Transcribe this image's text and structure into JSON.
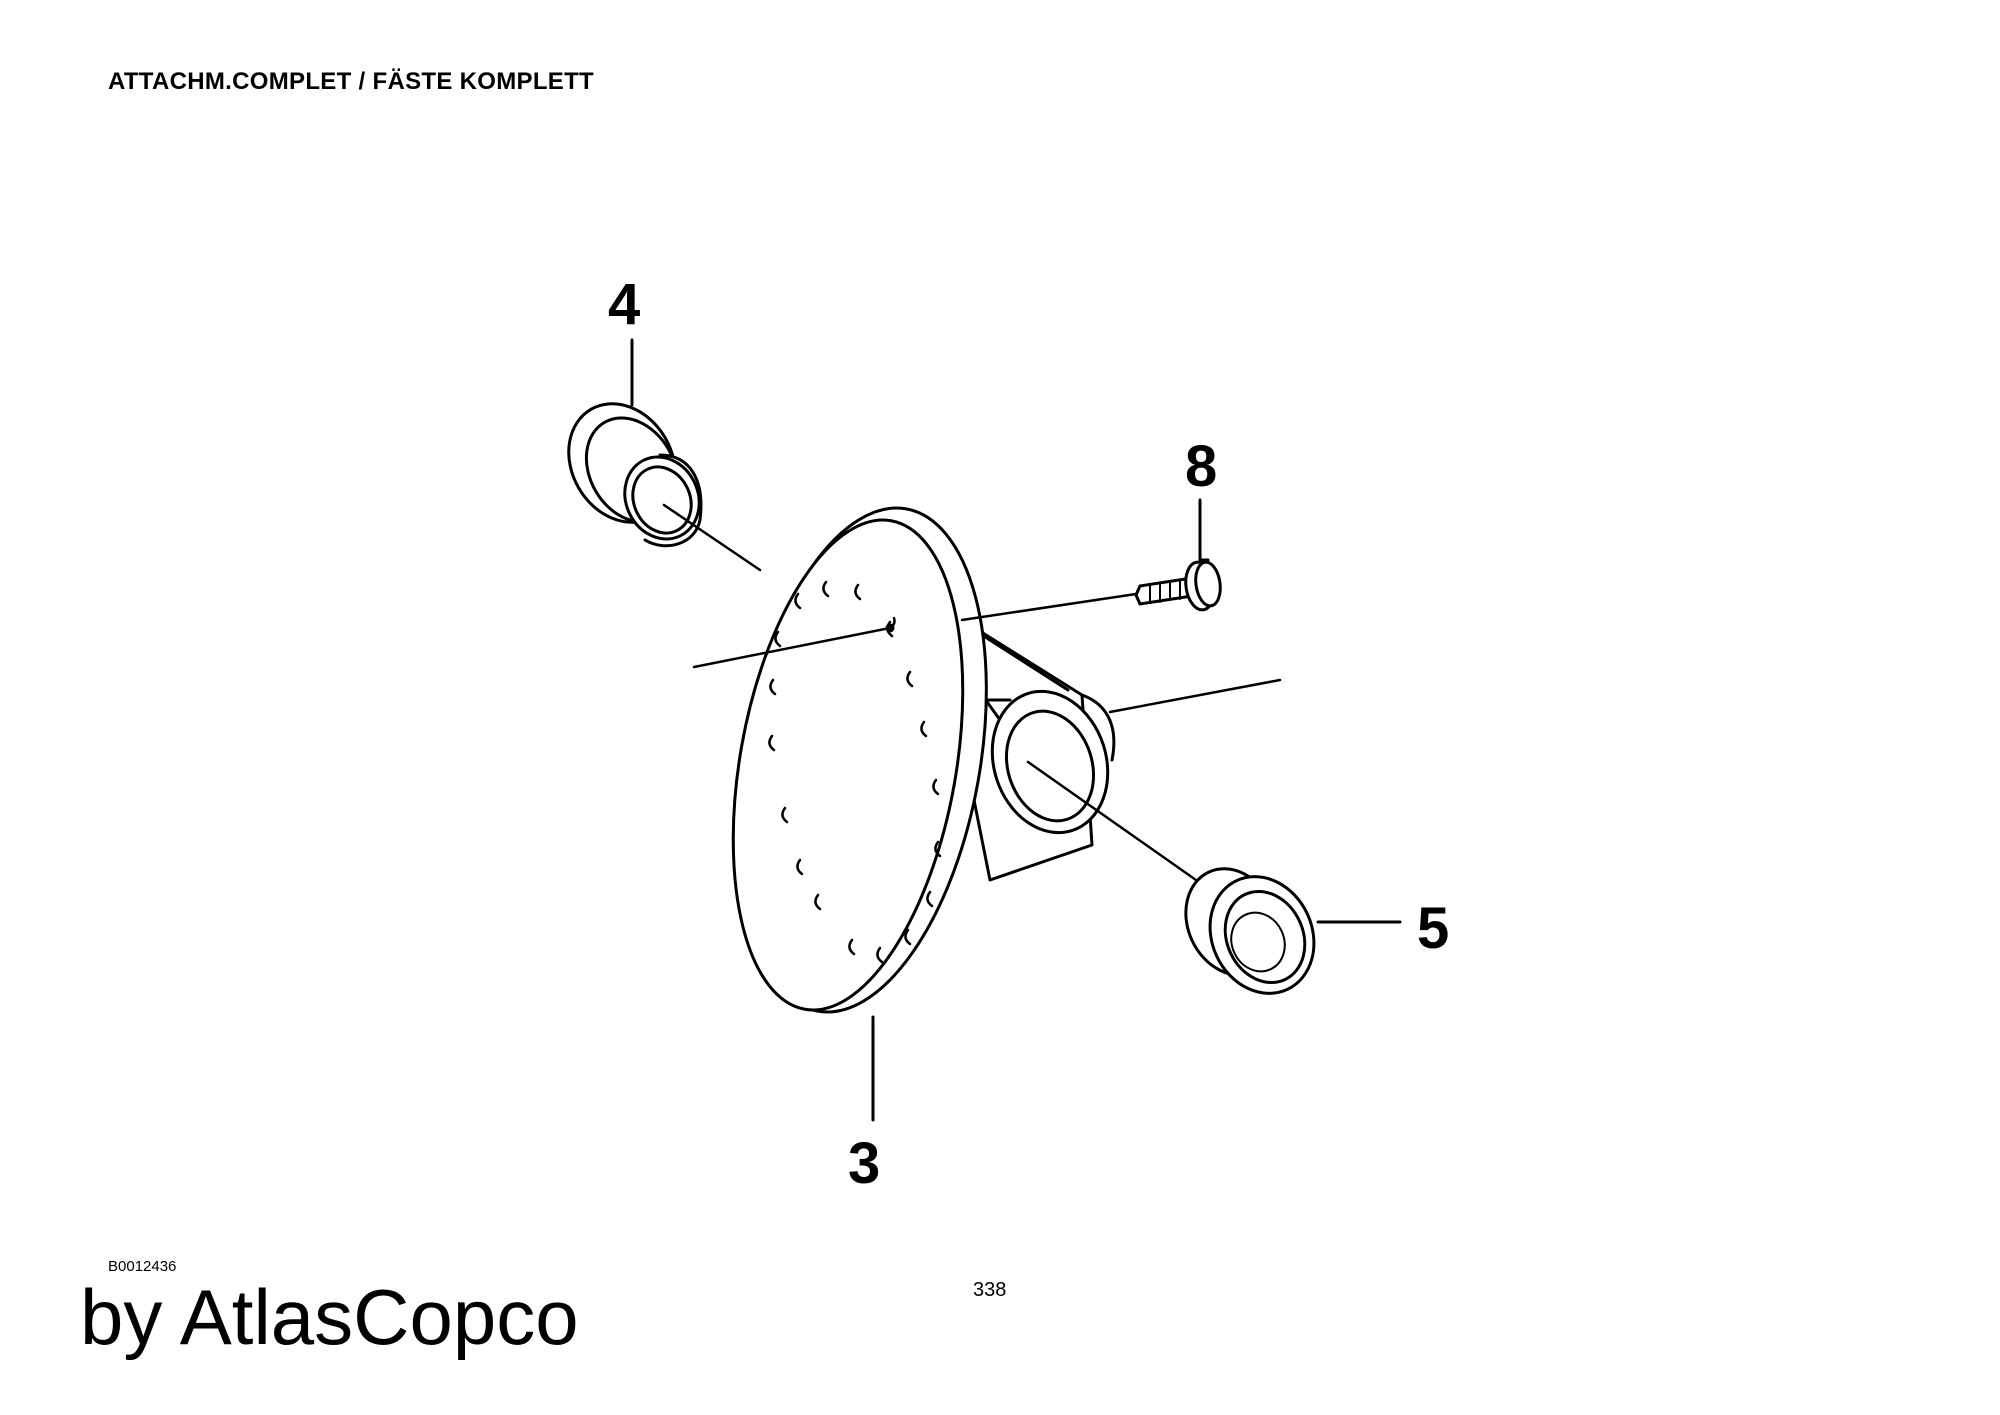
{
  "header": {
    "title": "ATTACHM.COMPLET / FÄSTE KOMPLETT"
  },
  "diagram": {
    "callouts": {
      "p3": "3",
      "p4": "4",
      "p5": "5",
      "p8": "8"
    }
  },
  "footer": {
    "drawing_code": "B0012436",
    "page_number": "338",
    "brand": "by AtlasCopco"
  }
}
